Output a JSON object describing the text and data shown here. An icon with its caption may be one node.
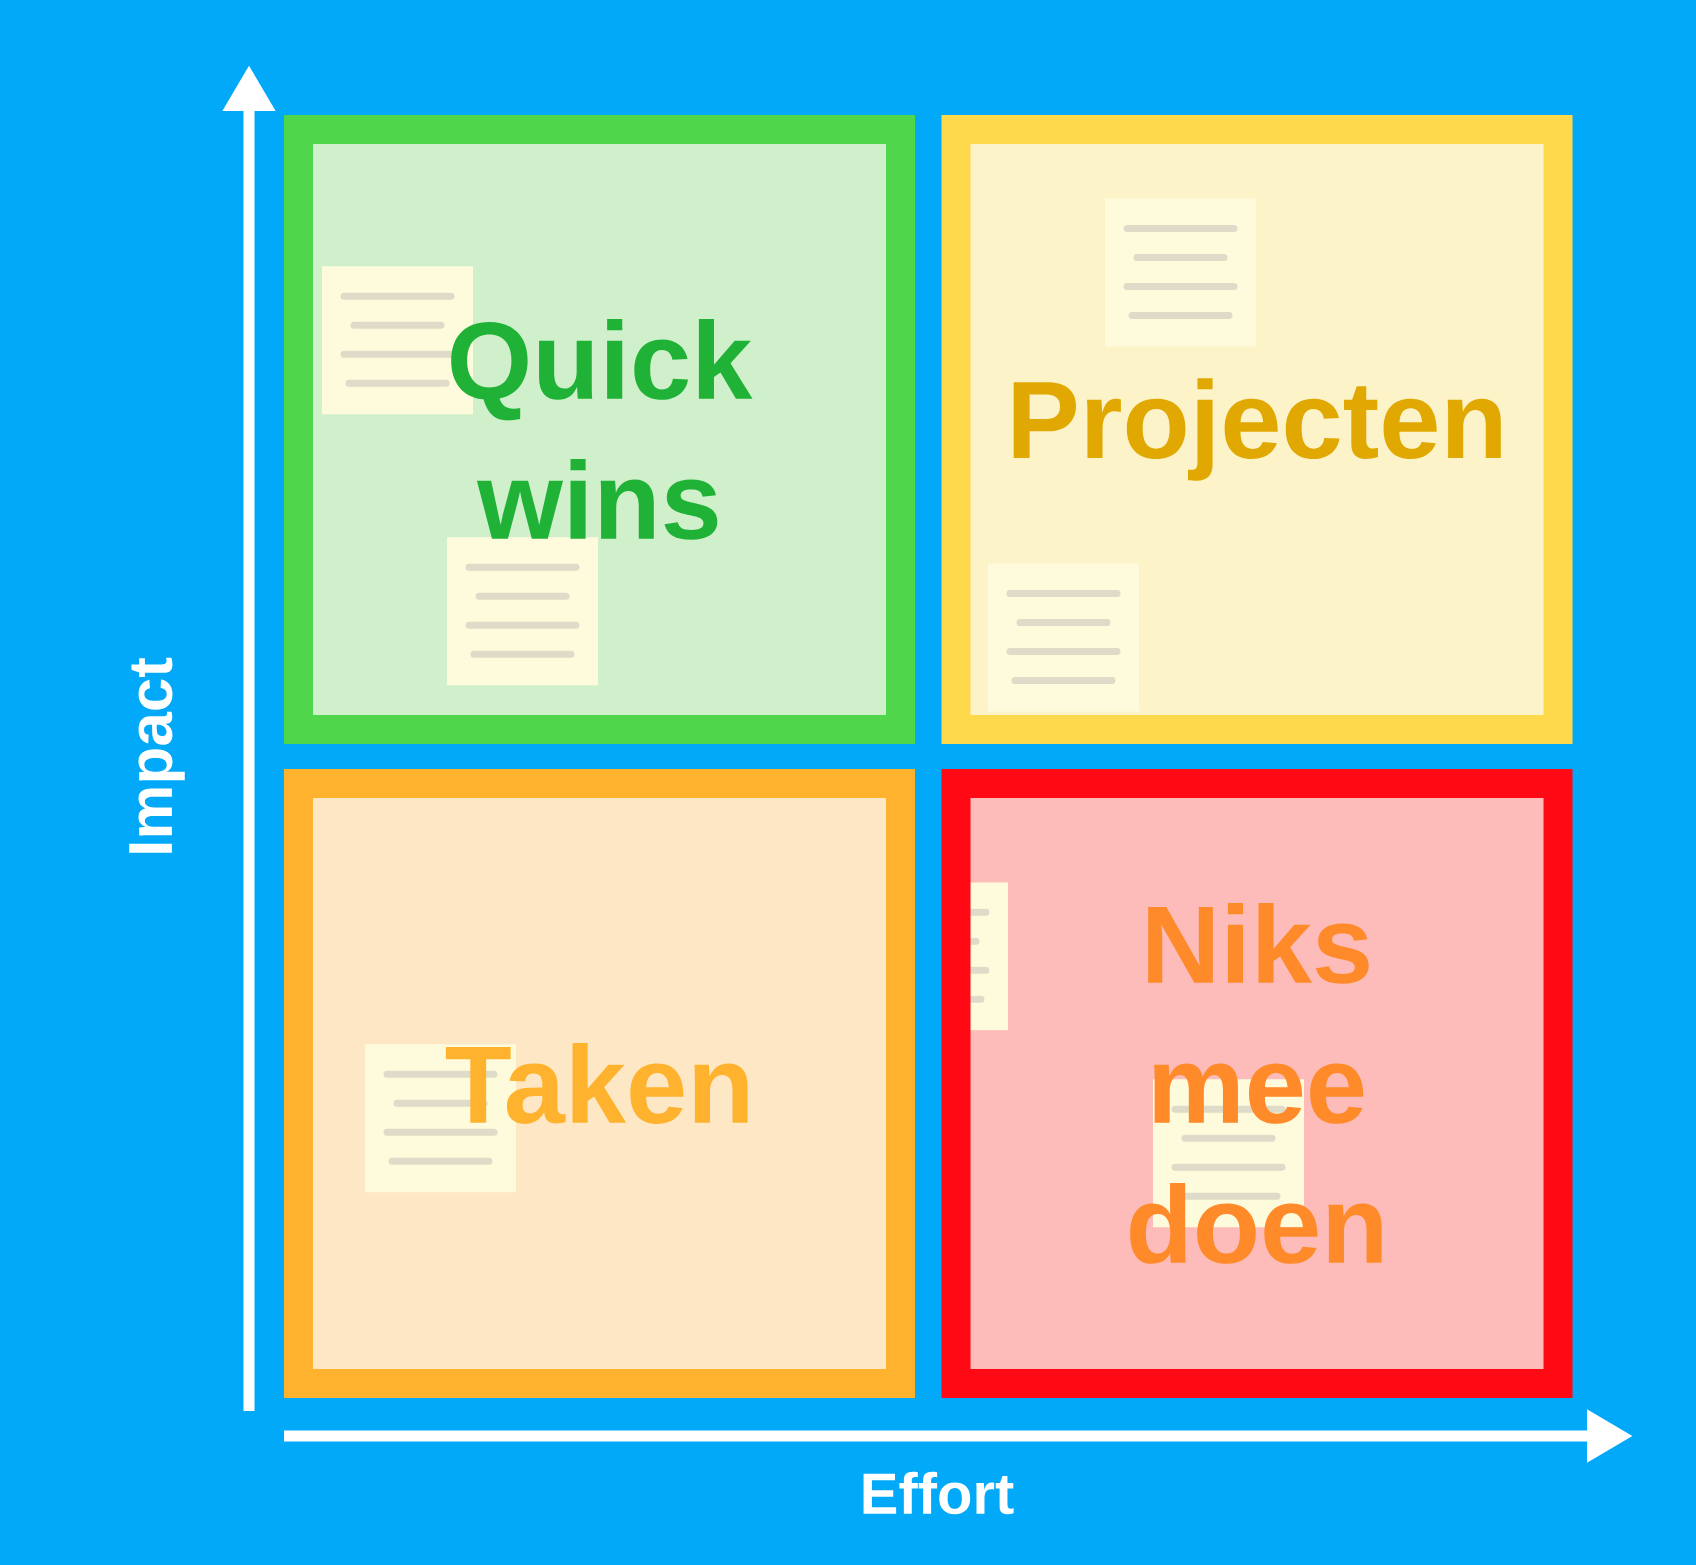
{
  "diagram": {
    "nodes": [
      {
        "text": [
          "Quick wins"
        ]
      },
      {
        "text": [
          "Projecten"
        ]
      },
      {
        "text": [
          "Taken"
        ]
      },
      {
        "text": [
          "Niks mee doen"
        ]
      }
    ],
    "labels": [
      "Impact",
      "Effort"
    ]
  }
}
